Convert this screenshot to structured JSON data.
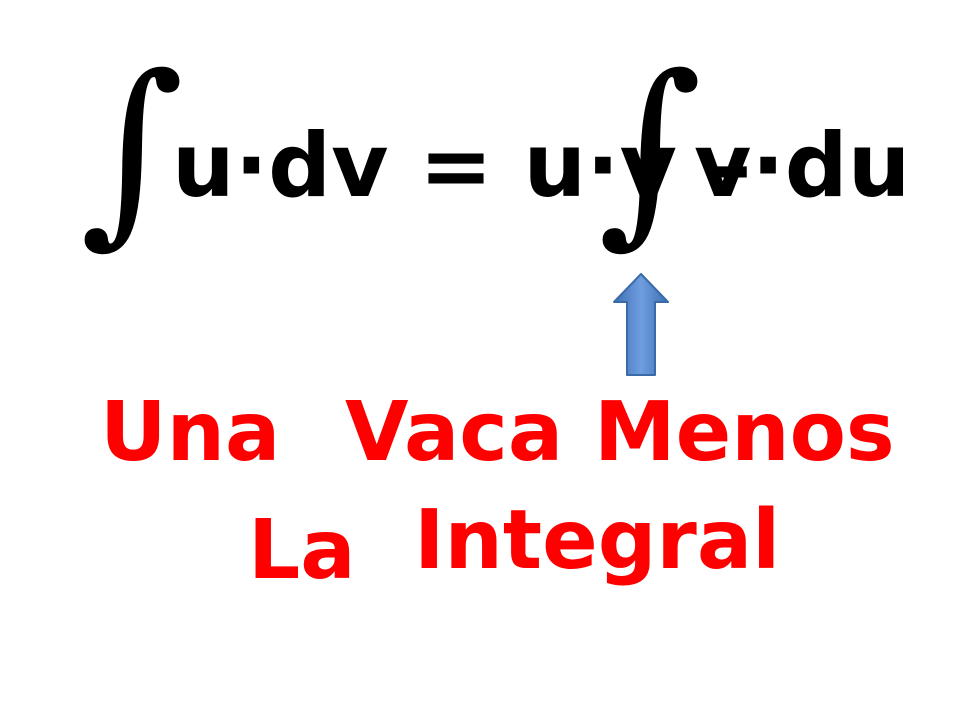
{
  "formula": {
    "integral_symbol": "∫",
    "left_text": "u·dv = u·v –",
    "right_text": "v·du"
  },
  "arrow": {
    "icon": "up-arrow-icon",
    "fill_color": "#4a7ebb",
    "stroke_color": "#3a6aa8"
  },
  "mnemonic": {
    "color": "#ff0000",
    "words": {
      "una": "Una",
      "vaca": "Vaca",
      "menos": "Menos",
      "la": "La",
      "integral": "Integral"
    }
  }
}
